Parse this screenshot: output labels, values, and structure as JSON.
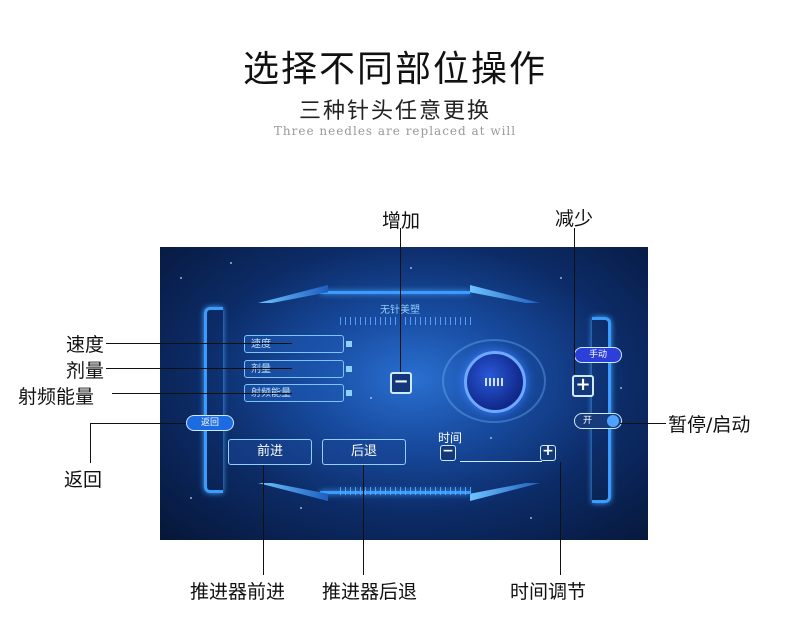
{
  "header": {
    "title": "选择不同部位操作",
    "subtitle": "三种针头任意更换",
    "subtitle_en": "Three needles are replaced at will"
  },
  "callouts": {
    "increase": "增加",
    "decrease": "减少",
    "speed": "速度",
    "dose": "剂量",
    "rf_energy": "射频能量",
    "pause_start": "暂停/启动",
    "back": "返回",
    "pusher_forward": "推进器前进",
    "pusher_backward": "推进器后退",
    "time_adjust": "时间调节"
  },
  "screen": {
    "title": "无针美塑",
    "params": [
      "速度",
      "剂量",
      "射频能量"
    ],
    "manual_label": "手动",
    "back_label": "返回",
    "toggle_label": "开",
    "forward_label": "前进",
    "backward_label": "后退",
    "time_label": "时间",
    "minus_glyph": "−",
    "plus_glyph": "+"
  },
  "colors": {
    "screen_bg": "#0c2b66",
    "frame_glow": "#3a9cff",
    "manual_pill": "#2c3fd8"
  }
}
